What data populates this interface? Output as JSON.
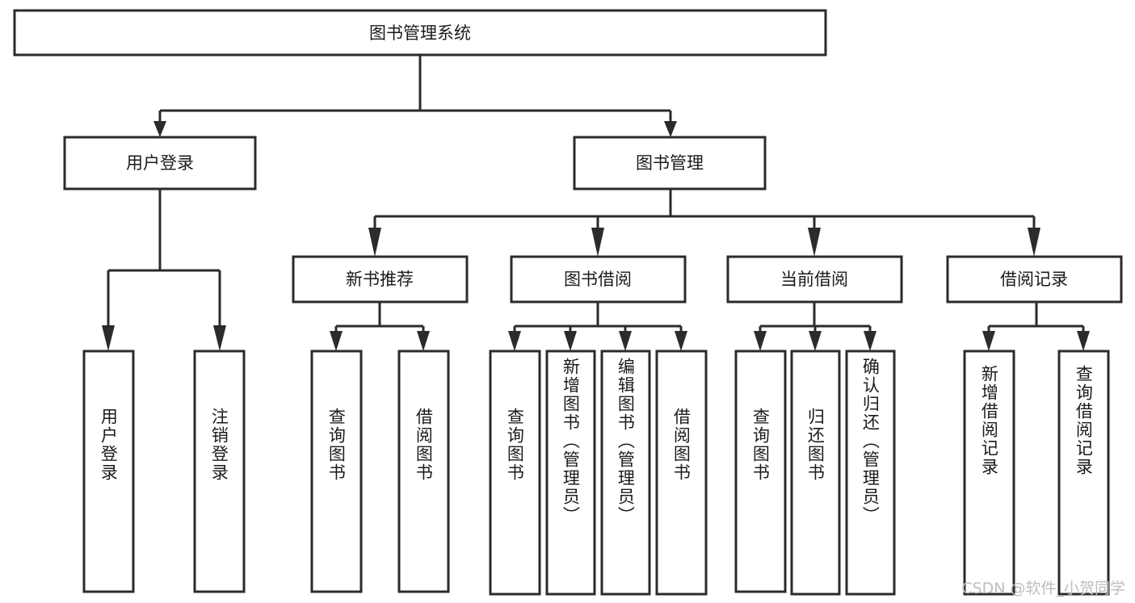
{
  "diagram": {
    "type": "tree",
    "orientation": "top-down",
    "root": {
      "id": "root",
      "label": "图书管理系统",
      "label_orientation": "horizontal"
    },
    "level2": [
      {
        "id": "user-login",
        "label": "用户登录",
        "label_orientation": "horizontal"
      },
      {
        "id": "book-manage",
        "label": "图书管理",
        "label_orientation": "horizontal"
      }
    ],
    "level3": [
      {
        "id": "new-book-recommend",
        "parent": "book-manage",
        "label": "新书推荐",
        "label_orientation": "horizontal"
      },
      {
        "id": "book-borrow",
        "parent": "book-manage",
        "label": "图书借阅",
        "label_orientation": "horizontal"
      },
      {
        "id": "current-borrow",
        "parent": "book-manage",
        "label": "当前借阅",
        "label_orientation": "horizontal"
      },
      {
        "id": "borrow-record",
        "parent": "book-manage",
        "label": "借阅记录",
        "label_orientation": "horizontal"
      }
    ],
    "leaves": [
      {
        "id": "leaf-user-login",
        "parent": "user-login",
        "label": "用户登录",
        "label_orientation": "vertical"
      },
      {
        "id": "leaf-logout-login",
        "parent": "user-login",
        "label": "注销登录",
        "label_orientation": "vertical"
      },
      {
        "id": "leaf-query-book-1",
        "parent": "new-book-recommend",
        "label": "查询图书",
        "label_orientation": "vertical"
      },
      {
        "id": "leaf-borrow-book-1",
        "parent": "new-book-recommend",
        "label": "借阅图书",
        "label_orientation": "vertical"
      },
      {
        "id": "leaf-query-book-2",
        "parent": "book-borrow",
        "label": "查询图书",
        "label_orientation": "vertical"
      },
      {
        "id": "leaf-add-book-admin",
        "parent": "book-borrow",
        "label": "新增图书（管理员）",
        "label_orientation": "vertical"
      },
      {
        "id": "leaf-edit-book-admin",
        "parent": "book-borrow",
        "label": "编辑图书（管理员）",
        "label_orientation": "vertical"
      },
      {
        "id": "leaf-borrow-book-2",
        "parent": "book-borrow",
        "label": "借阅图书",
        "label_orientation": "vertical"
      },
      {
        "id": "leaf-query-book-3",
        "parent": "current-borrow",
        "label": "查询图书",
        "label_orientation": "vertical"
      },
      {
        "id": "leaf-return-book",
        "parent": "current-borrow",
        "label": "归还图书",
        "label_orientation": "vertical"
      },
      {
        "id": "leaf-confirm-return-admin",
        "parent": "current-borrow",
        "label": "确认归还（管理员）",
        "label_orientation": "vertical"
      },
      {
        "id": "leaf-add-borrow-record",
        "parent": "borrow-record",
        "label": "新增借阅记录",
        "label_orientation": "vertical"
      },
      {
        "id": "leaf-query-borrow-record",
        "parent": "borrow-record",
        "label": "查询借阅记录",
        "label_orientation": "vertical"
      }
    ]
  },
  "watermark": {
    "text": "CSDN @软件_小贺同学"
  },
  "colors": {
    "stroke": "#2b2b2b",
    "fill": "#ffffff",
    "text": "#1b1b1b",
    "watermark": "#bdbdbd"
  }
}
